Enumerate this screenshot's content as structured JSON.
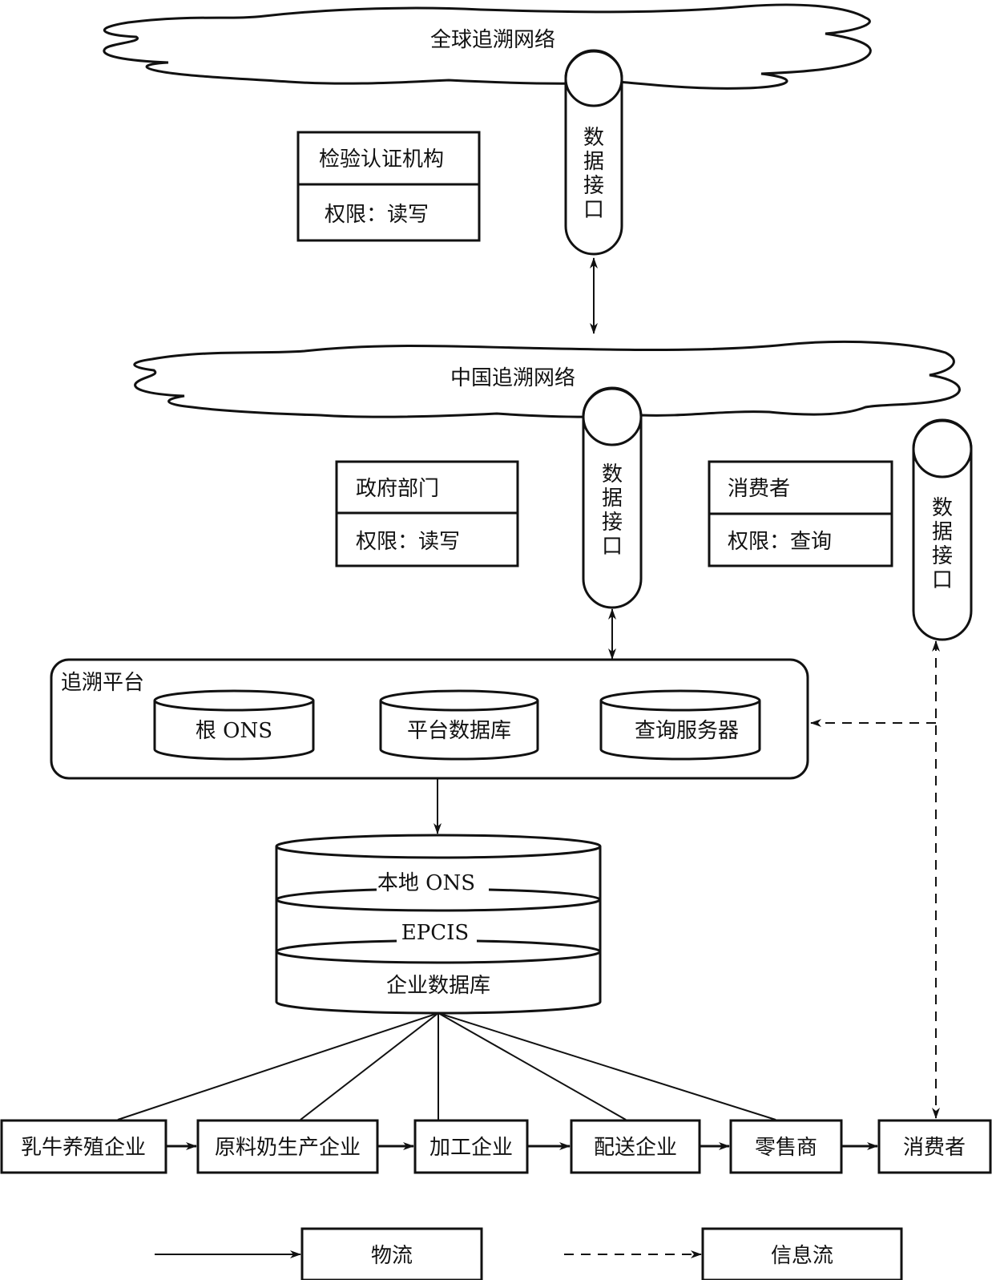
{
  "diagram": {
    "global_network": {
      "label": "全球追溯网络"
    },
    "china_network": {
      "label": "中国追溯网络"
    },
    "interfaces": [
      {
        "label_chars": [
          "数",
          "据",
          "接",
          "口"
        ]
      },
      {
        "label_chars": [
          "数",
          "据",
          "接",
          "口"
        ]
      },
      {
        "label_chars": [
          "数",
          "据",
          "接",
          "口"
        ]
      }
    ],
    "roles": [
      {
        "name": "检验认证机构",
        "permission": "权限：读写"
      },
      {
        "name": "政府部门",
        "permission": "权限：读写"
      },
      {
        "name": "消费者",
        "permission": "权限：查询"
      }
    ],
    "platform": {
      "title": "追溯平台",
      "components": [
        "根 ONS",
        "平台数据库",
        "查询服务器"
      ]
    },
    "enterprise_db": {
      "layers": [
        "本地 ONS",
        "EPCIS",
        "企业数据库"
      ]
    },
    "supply_chain": [
      "乳牛养殖企业",
      "原料奶生产企业",
      "加工企业",
      "配送企业",
      "零售商",
      "消费者"
    ],
    "legend": [
      {
        "style": "solid",
        "label": "物流"
      },
      {
        "style": "dashed",
        "label": "信息流"
      }
    ]
  }
}
